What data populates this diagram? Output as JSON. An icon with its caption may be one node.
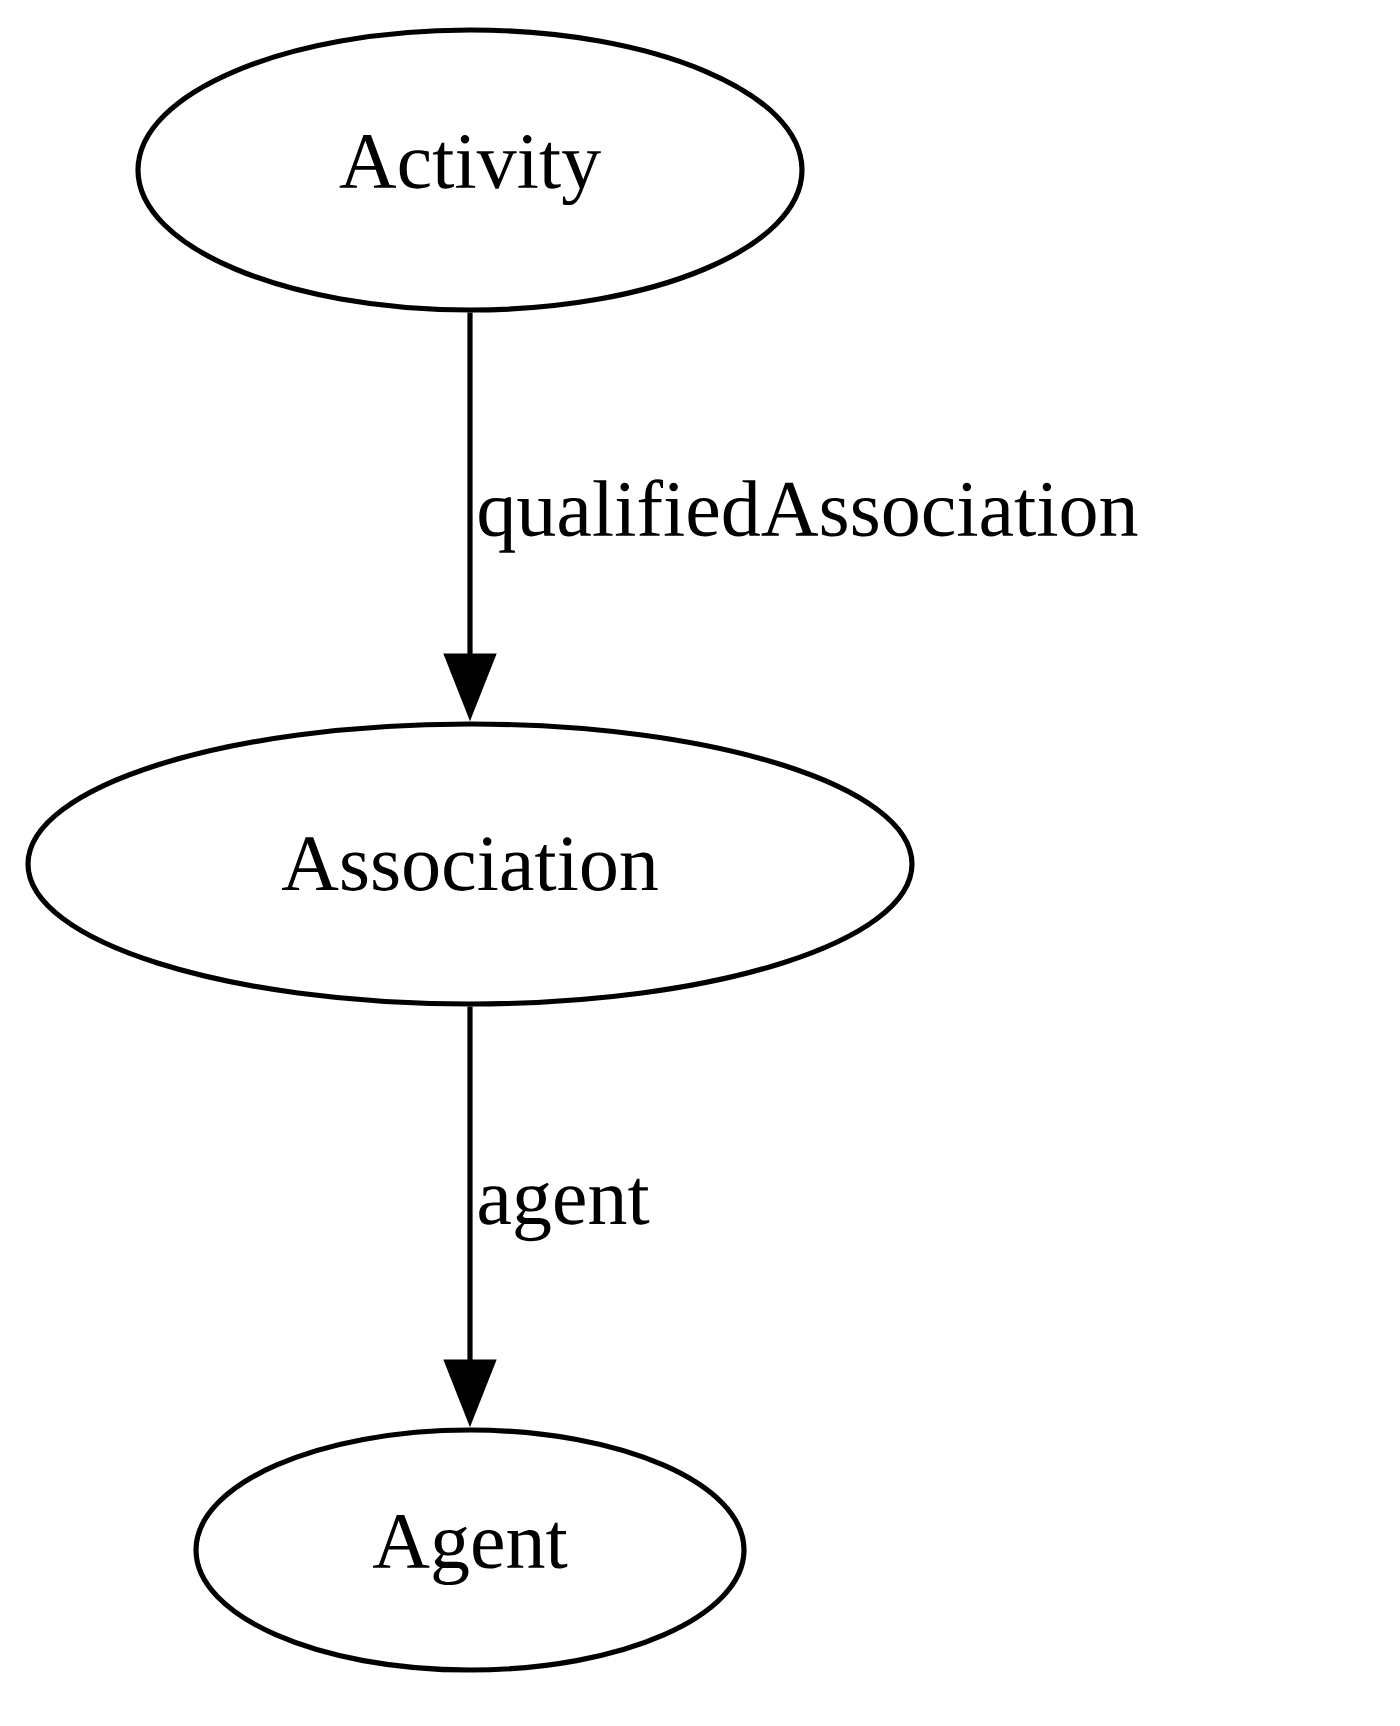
{
  "diagram": {
    "nodes": [
      {
        "text": [
          "Activity"
        ]
      },
      {
        "text": [
          "Association"
        ]
      },
      {
        "text": [
          "Agent"
        ]
      }
    ],
    "edges": [
      {
        "from": 0,
        "to": 1,
        "arrow": "to",
        "label": "qualifiedAssociation"
      },
      {
        "from": 1,
        "to": 2,
        "arrow": "to",
        "label": "agent"
      }
    ]
  }
}
